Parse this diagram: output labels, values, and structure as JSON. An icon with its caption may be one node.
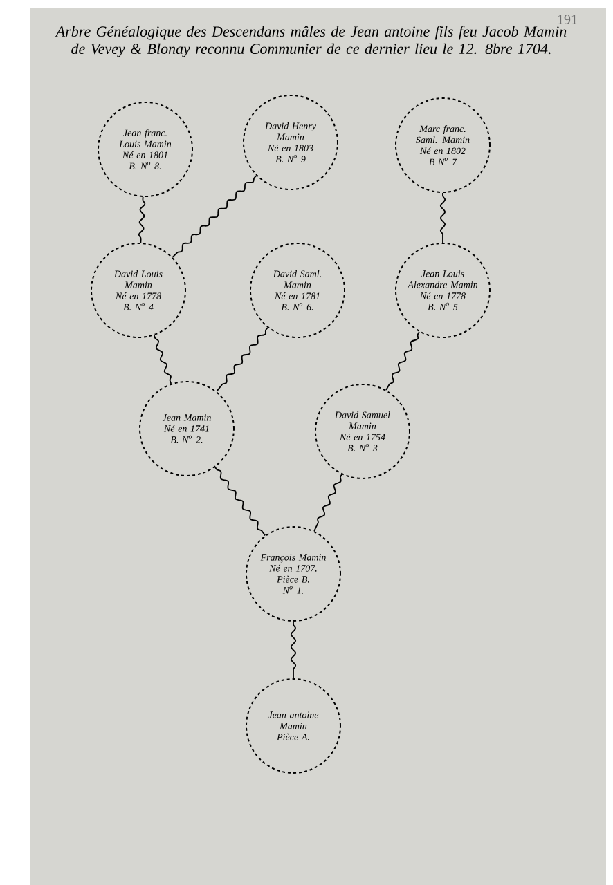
{
  "diagram": {
    "title": "Arbre Généalogique des Descendans mâles de Jean antoine fils feu Jacob Mamin de Vevey & Blonay reconnu Communier de ce dernier lieu le 12. 8bre 1704.",
    "nodes": [
      {
        "text": [
          "Jean franc. Louis Mamin",
          "Né en 1801",
          "B. N$^{o}$ 8."
        ]
      },
      {
        "text": [
          "David Henry Mamin",
          "Né en 1803",
          "B. N$^{o}$ 9"
        ]
      },
      {
        "text": [
          "Marc franc. Saml. Mamin",
          "Né en 1802",
          "B N$^{o}$ 7"
        ]
      },
      {
        "text": [
          "David Louis Mamin",
          "Né en 1778",
          "B. N$^{o}$ 4"
        ]
      },
      {
        "text": [
          "David Saml. Mamin",
          "Né en 1781",
          "B. N$^{o}$ 6."
        ]
      },
      {
        "text": [
          "Jean Louis Alexandre Mamin",
          "Né en 1778",
          "B. N$^{o}$ 5"
        ]
      },
      {
        "text": [
          "Jean Mamin",
          "Né en 1741",
          "B. N$^{o}$ 2."
        ]
      },
      {
        "text": [
          "David Samuel Mamin",
          "Né en 1754",
          "B. N$^{o}$ 3"
        ]
      },
      {
        "text": [
          "François Mamin",
          "Né en 1707.",
          "Pièce B.",
          "N$^{o}$ 1."
        ]
      },
      {
        "text": [
          "Jean antoine Mamin",
          "Pièce A."
        ]
      }
    ],
    "edges": [
      {
        "from": 0,
        "to": 3,
        "arrow": "none"
      },
      {
        "from": 1,
        "to": 3,
        "arrow": "none"
      },
      {
        "from": 2,
        "to": 5,
        "arrow": "none"
      },
      {
        "from": 3,
        "to": 6,
        "arrow": "none"
      },
      {
        "from": 4,
        "to": 6,
        "arrow": "none"
      },
      {
        "from": 5,
        "to": 7,
        "arrow": "none"
      },
      {
        "from": 6,
        "to": 8,
        "arrow": "none"
      },
      {
        "from": 7,
        "to": 8,
        "arrow": "none"
      },
      {
        "from": 8,
        "to": 9,
        "arrow": "none"
      }
    ],
    "labels": [
      "191"
    ]
  }
}
